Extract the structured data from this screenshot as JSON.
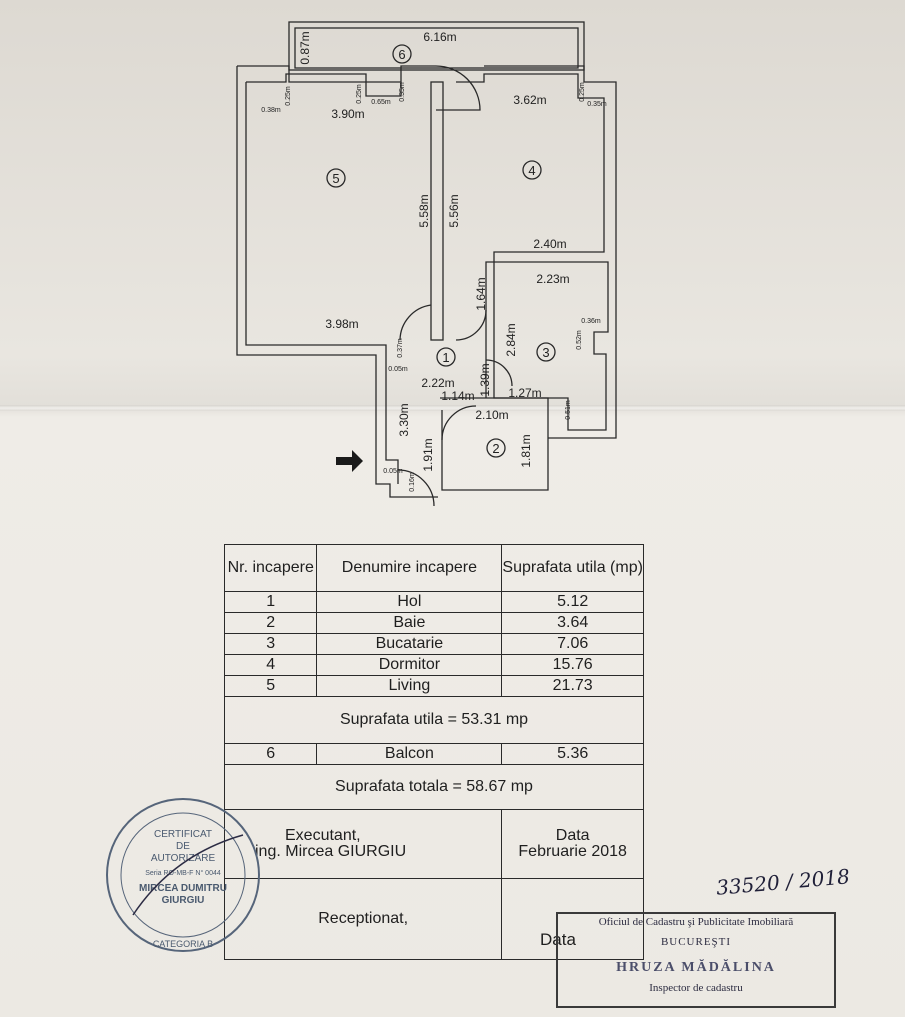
{
  "plan": {
    "dims": {
      "balcony_width": "6.16m",
      "balcony_depth": "0.87m",
      "living_top": "3.90m",
      "dormitor_top": "3.62m",
      "living_height": "5.58m",
      "dormitor_height": "5.56m",
      "kitchen_wall": "2.40m",
      "kitchen_top": "2.23m",
      "living_bottom": "3.98m",
      "hall_width": "2.22m",
      "hall_upper": "1.64m",
      "kitchen_side": "2.84m",
      "hall_right": "1.39m",
      "bath_top_left": "1.14m",
      "bath_top_right": "1.27m",
      "bath_width": "2.10m",
      "hall_depth": "3.30m",
      "bath_height": "1.81m",
      "entry_depth": "1.91m",
      "s_038": "0.38m",
      "s_025a": "0.25m",
      "s_025b": "0.25m",
      "s_065": "0.65m",
      "s_035a": "0.35m",
      "s_025c": "0.25m",
      "s_035b": "0.35m",
      "s_036": "0.36m",
      "s_052": "0.52m",
      "s_037": "0.37m",
      "s_005a": "0.05m",
      "s_051": "0.51m",
      "s_005b": "0.05m",
      "s_016": "0.16m"
    },
    "rooms": [
      "1",
      "2",
      "3",
      "4",
      "5",
      "6"
    ]
  },
  "table": {
    "headers": [
      "Nr. incapere",
      "Denumire incapere",
      "Suprafata utila (mp)"
    ],
    "rows": [
      {
        "nr": "1",
        "name": "Hol",
        "area": "5.12"
      },
      {
        "nr": "2",
        "name": "Baie",
        "area": "3.64"
      },
      {
        "nr": "3",
        "name": "Bucatarie",
        "area": "7.06"
      },
      {
        "nr": "4",
        "name": "Dormitor",
        "area": "15.76"
      },
      {
        "nr": "5",
        "name": "Living",
        "area": "21.73"
      }
    ],
    "utila_total": "Suprafata utila = 53.31 mp",
    "balcon": {
      "nr": "6",
      "name": "Balcon",
      "area": "5.36"
    },
    "totala": "Suprafata totala = 58.67 mp",
    "executant_label": "Executant,",
    "executant_name": "ing. Mircea  GIURGIU",
    "data_label": "Data",
    "data_value": "Februarie  2018",
    "receptionat": "Receptionat,",
    "data_label2": "Data"
  },
  "stamp": {
    "l1": "CERTIFICAT",
    "l2": "DE",
    "l3": "AUTORIZARE",
    "l4": "Seria RO-MB-F  N° 0044",
    "l5": "MIRCEA DUMITRU",
    "l6": "GIURGIU",
    "l7": "CATEGORIA B"
  },
  "box_stamp": {
    "line1": "Oficiul de Cadastru şi Publicitate Imobiliară",
    "line2": "BUCUREŞTI",
    "line3": "HRUZA MĂDĂLINA",
    "line4": "Inspector de cadastru"
  },
  "handwritten": "33520 / 2018"
}
